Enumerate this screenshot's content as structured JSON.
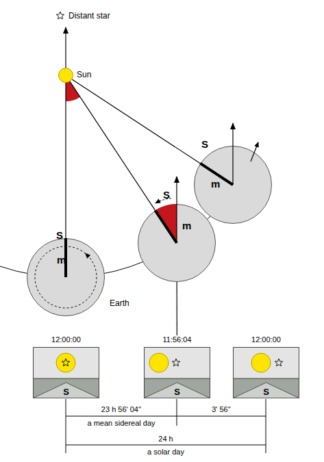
{
  "diagram": {
    "nodes": [
      {
        "text": [
          "Sun"
        ]
      },
      {
        "text": [
          "m",
          "Earth"
        ]
      },
      {
        "text": [
          "m"
        ]
      },
      {
        "text": [
          "m"
        ]
      },
      {
        "text": [
          "12:00:00",
          "S"
        ]
      },
      {
        "text": [
          "11:56:04",
          "S"
        ]
      },
      {
        "text": [
          "12:00:00",
          "S"
        ]
      }
    ],
    "edges": [
      {
        "from": 0,
        "to": 1,
        "arrow": "none",
        "label": "S"
      },
      {
        "from": 0,
        "to": 2,
        "arrow": "none",
        "label": "S"
      },
      {
        "from": 0,
        "to": 3,
        "arrow": "none",
        "label": "S"
      },
      {
        "from": 2,
        "to": 5,
        "arrow": "none"
      }
    ],
    "labels": [
      "Distant star",
      "23 h 56' 04''",
      "a mean sidereal day",
      "3' 56''",
      "24 h",
      "a solar day"
    ]
  }
}
